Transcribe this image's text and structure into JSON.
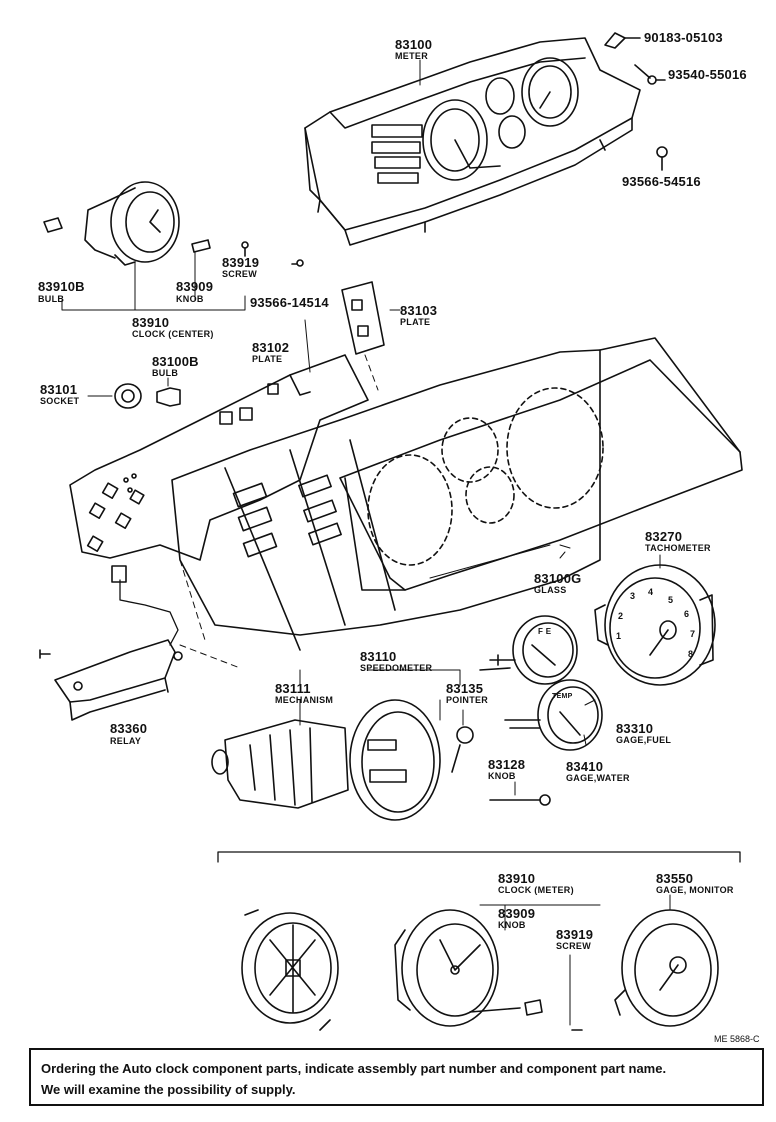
{
  "parts": {
    "meter": {
      "number": "83100",
      "name": "METER"
    },
    "screw_90183": {
      "number": "90183-05103"
    },
    "screw_93540": {
      "number": "93540-55016"
    },
    "screw_93566_54516": {
      "number": "93566-54516"
    },
    "bulb_clock": {
      "number": "83910B",
      "name": "BULB"
    },
    "knob_clock": {
      "number": "83909",
      "name": "KNOB"
    },
    "screw_clock": {
      "number": "83919",
      "name": "SCREW"
    },
    "screw_93566_14514": {
      "number": "93566-14514"
    },
    "clock_center": {
      "number": "83910",
      "name": "CLOCK (CENTER)"
    },
    "plate_small": {
      "number": "83103",
      "name": "PLATE"
    },
    "plate": {
      "number": "83102",
      "name": "PLATE"
    },
    "bulb": {
      "number": "83100B",
      "name": "BULB"
    },
    "socket": {
      "number": "83101",
      "name": "SOCKET"
    },
    "glass": {
      "number": "83100G",
      "name": "GLASS"
    },
    "tachometer": {
      "number": "83270",
      "name": "TACHOMETER"
    },
    "speedometer": {
      "number": "83110",
      "name": "SPEEDOMETER"
    },
    "mechanism": {
      "number": "83111",
      "name": "MECHANISM"
    },
    "pointer": {
      "number": "83135",
      "name": "POINTER"
    },
    "relay": {
      "number": "83360",
      "name": "RELAY"
    },
    "gage_fuel": {
      "number": "83310",
      "name": "GAGE,FUEL"
    },
    "gage_water": {
      "number": "83410",
      "name": "GAGE,WATER"
    },
    "knob_speedo": {
      "number": "83128",
      "name": "KNOB"
    },
    "clock_meter": {
      "number": "83910",
      "name": "CLOCK (METER)"
    },
    "knob_meter_clock": {
      "number": "83909",
      "name": "KNOB"
    },
    "screw_meter_clock": {
      "number": "83919",
      "name": "SCREW"
    },
    "gage_monitor": {
      "number": "83550",
      "name": "GAGE, MONITOR"
    }
  },
  "gauge_marks": {
    "fuel": "F  E",
    "temp": "TEMP",
    "tacho_digits": [
      "1",
      "2",
      "3",
      "4",
      "5",
      "6",
      "7",
      "8"
    ]
  },
  "reference": "ME 5868-C",
  "note": {
    "line1": "Ordering the Auto clock component parts, indicate assembly part number and component part name.",
    "line2": "We will examine the possibility of supply."
  }
}
